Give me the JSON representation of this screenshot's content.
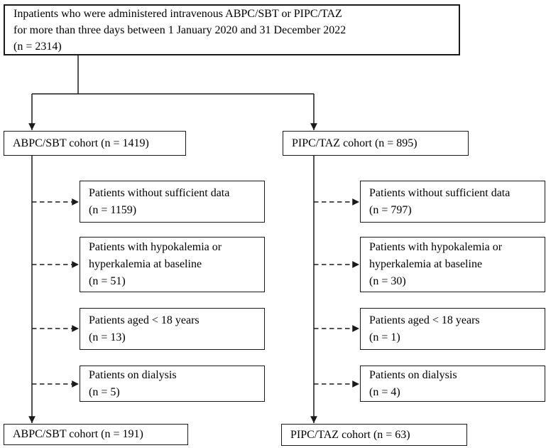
{
  "top_box": {
    "lines": [
      "Inpatients who were administered intravenous ABPC/SBT or PIPC/TAZ",
      "for more than three days between 1 January 2020 and 31 December 2022",
      "(n = 2314)"
    ]
  },
  "left_branch": {
    "cohort_label": "ABPC/SBT cohort (n = 1419)",
    "exclusions": [
      {
        "lines": [
          "Patients without sufficient data",
          "(n = 1159)"
        ]
      },
      {
        "lines": [
          "Patients with hypokalemia or",
          "hyperkalemia at baseline",
          "(n = 51)"
        ]
      },
      {
        "lines": [
          "Patients aged < 18 years",
          "(n = 13)"
        ]
      },
      {
        "lines": [
          "Patients on dialysis",
          "(n = 5)"
        ]
      }
    ],
    "final_label": "ABPC/SBT cohort (n = 191)"
  },
  "right_branch": {
    "cohort_label": "PIPC/TAZ cohort (n = 895)",
    "exclusions": [
      {
        "lines": [
          "Patients without sufficient data",
          "(n = 797)"
        ]
      },
      {
        "lines": [
          "Patients with hypokalemia or",
          "hyperkalemia at baseline",
          "(n = 30)"
        ]
      },
      {
        "lines": [
          "Patients aged < 18 years",
          "(n = 1)"
        ]
      },
      {
        "lines": [
          "Patients on dialysis",
          "(n = 4)"
        ]
      }
    ],
    "final_label": "PIPC/TAZ cohort (n = 63)"
  },
  "colors": {
    "line": "#1a1a1a",
    "border": "#1a1a1a",
    "background": "#ffffff",
    "text": "#000000"
  }
}
